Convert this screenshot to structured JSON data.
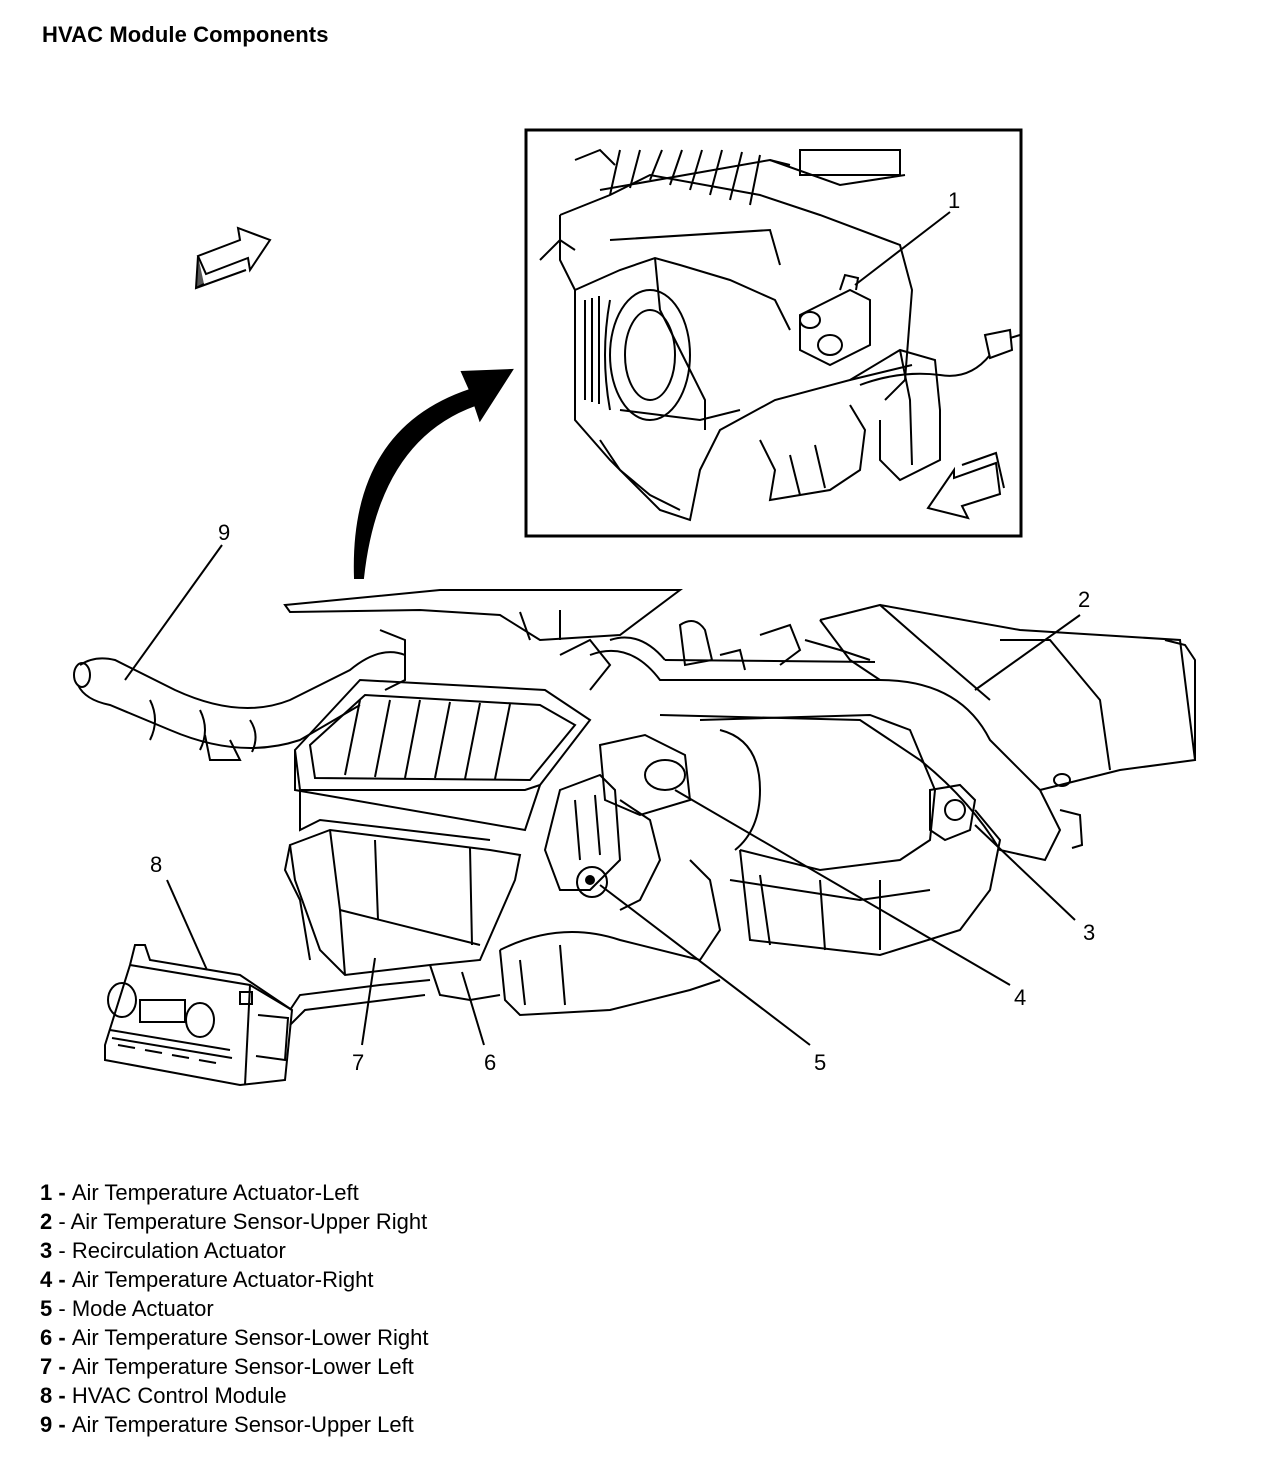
{
  "title": "HVAC Module Components",
  "callouts": [
    "1",
    "2",
    "3",
    "4",
    "5",
    "6",
    "7",
    "8",
    "9"
  ],
  "legend": [
    {
      "num": "1",
      "sep": " - ",
      "label": "Air Temperature Actuator-Left"
    },
    {
      "num": "2",
      "sep": " - ",
      "label": "Air Temperature Sensor-Upper Right"
    },
    {
      "num": "3",
      "sep": " - ",
      "label": "Recirculation Actuator"
    },
    {
      "num": "4",
      "sep": " - ",
      "label": "Air Temperature Actuator-Right"
    },
    {
      "num": "5",
      "sep": " - ",
      "label": "Mode Actuator"
    },
    {
      "num": "6",
      "sep": " - ",
      "label": "Air Temperature Sensor-Lower Right"
    },
    {
      "num": "7",
      "sep": " - ",
      "label": "Air Temperature Sensor-Lower Left"
    },
    {
      "num": "8",
      "sep": " - ",
      "label": "HVAC Control Module"
    },
    {
      "num": "9",
      "sep": " - ",
      "label": "Air Temperature Sensor-Upper Left"
    }
  ]
}
